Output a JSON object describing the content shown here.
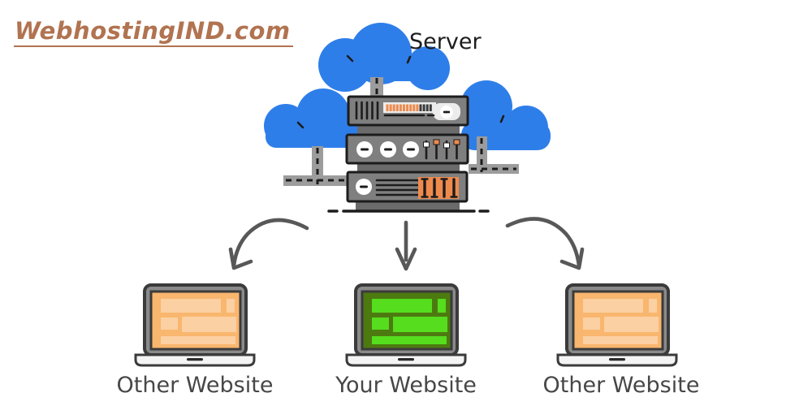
{
  "watermark": {
    "text": "WebhostingIND.com"
  },
  "diagram": {
    "server_label": "Server",
    "websites": [
      {
        "label": "Other Website",
        "screen_theme": "orange"
      },
      {
        "label": "Your Website",
        "screen_theme": "green"
      },
      {
        "label": "Other Website",
        "screen_theme": "orange"
      }
    ]
  },
  "colors": {
    "cloud-blue": "#2e7eea",
    "ink": "#1c1c1c",
    "rack-gray": "#7f7f7f",
    "rack-dark": "#6b6b6b",
    "panel-light": "#ececec",
    "accent-orange": "#ef8a4d",
    "pipe-gray": "#9c9c9c",
    "arrow-gray": "#585858",
    "laptop-frame": "#8a8a8a",
    "laptop-ink": "#3b3b3b",
    "laptop-base": "#f4f4f4",
    "screen-orange": "#f9b66e",
    "screen-orange-block": "#fbd0a2",
    "screen-green-bg": "#4d7a10",
    "screen-green-block": "#55dd1e",
    "label-gray": "#474747",
    "watermark-color": "#b17350"
  }
}
